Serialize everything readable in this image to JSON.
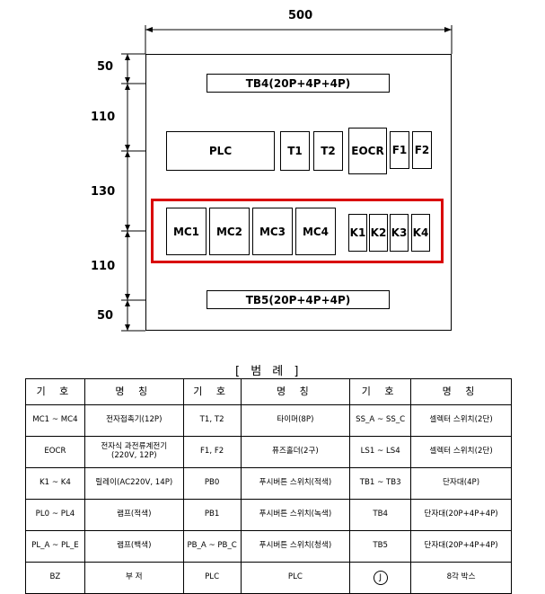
{
  "dimensions": {
    "width": "500",
    "heights": [
      "50",
      "110",
      "130",
      "110",
      "50"
    ]
  },
  "panel": {
    "tb4": "TB4(20P+4P+4P)",
    "tb5": "TB5(20P+4P+4P)",
    "top_row": [
      "PLC",
      "T1",
      "T2",
      "EOCR",
      "F1",
      "F2"
    ],
    "mid_row": [
      "MC1",
      "MC2",
      "MC3",
      "MC4",
      "K1",
      "K2",
      "K3",
      "K4"
    ]
  },
  "legend": {
    "title": "[ 범 례 ]",
    "headers": [
      "기 호",
      "명 칭",
      "기 호",
      "명 칭",
      "기 호",
      "명 칭"
    ],
    "rows": [
      [
        "MC1 ~ MC4",
        "전자접촉기(12P)",
        "T1, T2",
        "타이머(8P)",
        "SS_A ~ SS_C",
        "셀렉터 스위치(2단)"
      ],
      [
        "EOCR",
        "전자식 과전류계전기 (220V, 12P)",
        "F1, F2",
        "퓨즈홀더(2구)",
        "LS1 ~ LS4",
        "셀렉터 스위치(2단)"
      ],
      [
        "K1 ~ K4",
        "릴레이(AC220V, 14P)",
        "PB0",
        "푸시버튼 스위치(적색)",
        "TB1 ~ TB3",
        "단자대(4P)"
      ],
      [
        "PL0 ~ PL4",
        "램프(적색)",
        "PB1",
        "푸시버튼 스위치(녹색)",
        "TB4",
        "단자대(20P+4P+4P)"
      ],
      [
        "PL_A ~ PL_E",
        "램프(백색)",
        "PB_A ~ PB_C",
        "푸시버튼 스위치(청색)",
        "TB5",
        "단자대(20P+4P+4P)"
      ],
      [
        "BZ",
        "부 저",
        "PLC",
        "PLC",
        "J",
        "8각 박스"
      ]
    ]
  },
  "colors": {
    "highlight": "#d90000"
  }
}
